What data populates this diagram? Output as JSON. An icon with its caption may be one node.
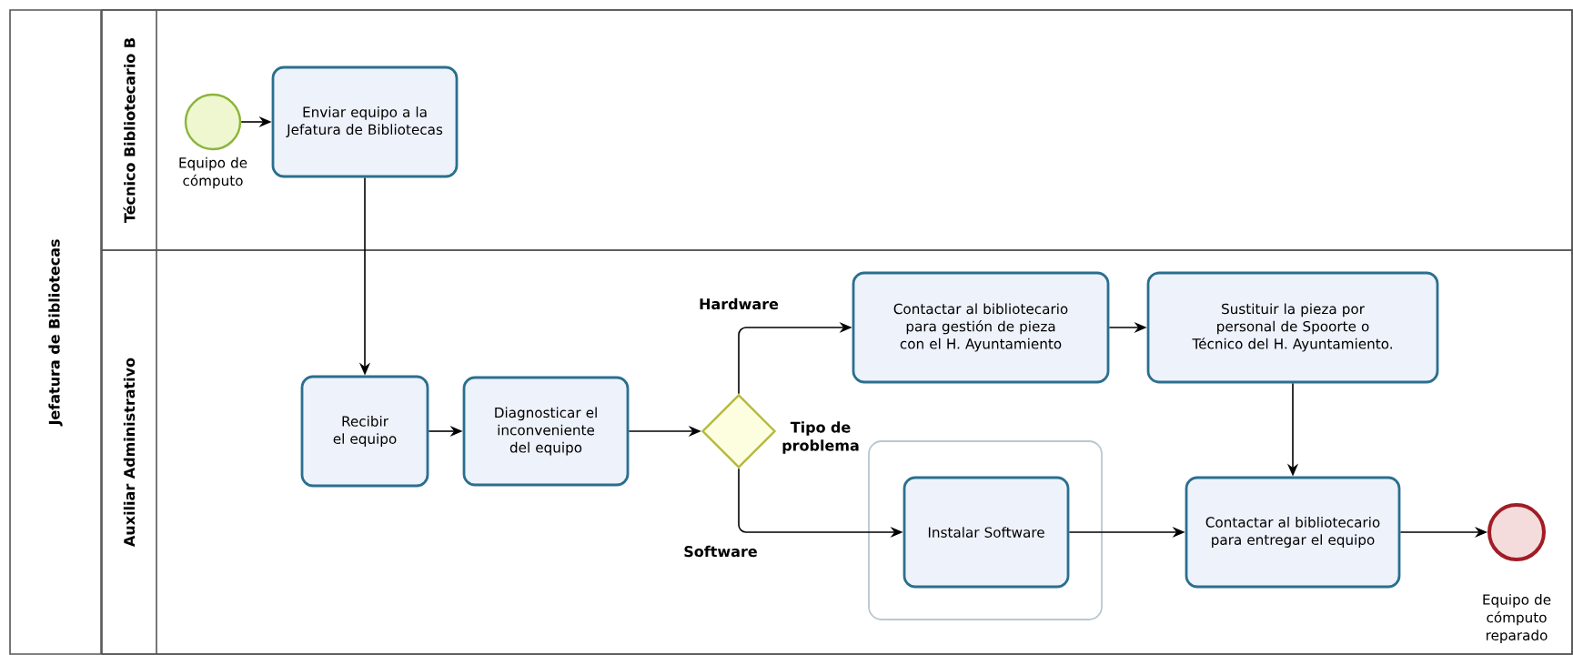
{
  "diagram": {
    "nodes": [
      {
        "text": [
          "Jefatura de Bibliotecas"
        ]
      },
      {
        "text": [
          "Técnico Bibliotecario B"
        ],
        "in": 0
      },
      {
        "text": [
          "Auxiliar Administrativo"
        ],
        "in": 0
      },
      {
        "text": [],
        "shape": "circle",
        "beside": [
          "Equipo de cómputo"
        ],
        "in": 1
      },
      {
        "text": [
          "Enviar equipo a la Jefatura de Bibliotecas"
        ],
        "in": 1
      },
      {
        "text": [
          "Recibir el equipo"
        ],
        "in": 2
      },
      {
        "text": [
          "Diagnosticar el inconveniente del equipo"
        ],
        "in": 2
      },
      {
        "text": [],
        "shape": "diamond",
        "beside": [
          "Tipo de problema"
        ],
        "in": 2
      },
      {
        "text": [
          "Contactar al bibliotecario para gestión de pieza con el H. Ayuntamiento"
        ],
        "in": 2
      },
      {
        "text": [
          "Sustituir la pieza por personal de Spoorte o Técnico del H. Ayuntamiento."
        ],
        "in": 2
      },
      {
        "text": [],
        "shape": "box",
        "in": 2
      },
      {
        "text": [
          "Instalar Software"
        ],
        "in": 10
      },
      {
        "text": [
          "Contactar al bibliotecario para entregar el equipo"
        ],
        "in": 2
      },
      {
        "text": [],
        "shape": "circle",
        "beside": [
          "Equipo de cómputo reparado"
        ],
        "in": 2
      }
    ],
    "edges": [
      {
        "from": 3,
        "to": 4,
        "arrow": "to"
      },
      {
        "from": 4,
        "to": 5,
        "arrow": "to"
      },
      {
        "from": 5,
        "to": 6,
        "arrow": "to"
      },
      {
        "from": 6,
        "to": 7,
        "arrow": "to"
      },
      {
        "from": 7,
        "to": 8,
        "arrow": "to",
        "label": "Hardware"
      },
      {
        "from": 7,
        "to": 11,
        "arrow": "to",
        "label": "Software"
      },
      {
        "from": 8,
        "to": 9,
        "arrow": "to"
      },
      {
        "from": 9,
        "to": 12,
        "arrow": "to"
      },
      {
        "from": 11,
        "to": 12,
        "arrow": "to"
      },
      {
        "from": 12,
        "to": 13,
        "arrow": "to"
      }
    ]
  }
}
